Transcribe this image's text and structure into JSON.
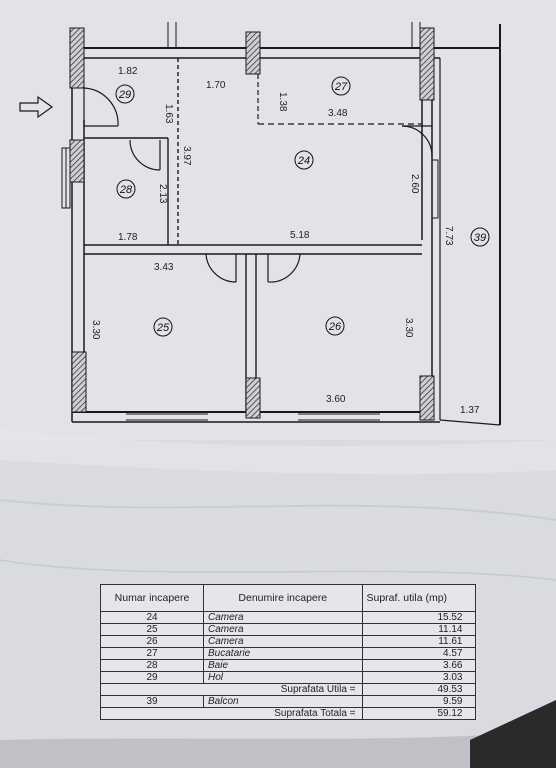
{
  "rooms_on_plan": [
    {
      "id": "29"
    },
    {
      "id": "27"
    },
    {
      "id": "24"
    },
    {
      "id": "28"
    },
    {
      "id": "25"
    },
    {
      "id": "26"
    },
    {
      "id": "39"
    }
  ],
  "dimensions": {
    "d182": "1.82",
    "d170": "1.70",
    "d163": "1.63",
    "d138": "1.38",
    "d348": "3.48",
    "d397": "3.97",
    "d213": "2.13",
    "d260": "2.60",
    "d178": "1.78",
    "d518": "5.18",
    "d773": "7.73",
    "d343": "3.43",
    "d330a": "3.30",
    "d330b": "3.30",
    "d360": "3.60",
    "d137": "1.37"
  },
  "table": {
    "headers": [
      "Numar incapere",
      "Denumire incapere",
      "Supraf. utila (mp)"
    ],
    "rows": [
      {
        "nr": "24",
        "name": "Camera",
        "area": "15.52"
      },
      {
        "nr": "25",
        "name": "Camera",
        "area": "11.14"
      },
      {
        "nr": "26",
        "name": "Camera",
        "area": "11.61"
      },
      {
        "nr": "27",
        "name": "Bucatarie",
        "area": "4.57"
      },
      {
        "nr": "28",
        "name": "Baie",
        "area": "3.66"
      },
      {
        "nr": "29",
        "name": "Hol",
        "area": "3.03"
      }
    ],
    "useful_label": "Suprafata Utila =",
    "useful_value": "49.53",
    "balcony": {
      "nr": "39",
      "name": "Balcon",
      "area": "9.59"
    },
    "total_label": "Suprafata Totala =",
    "total_value": "59.12"
  }
}
